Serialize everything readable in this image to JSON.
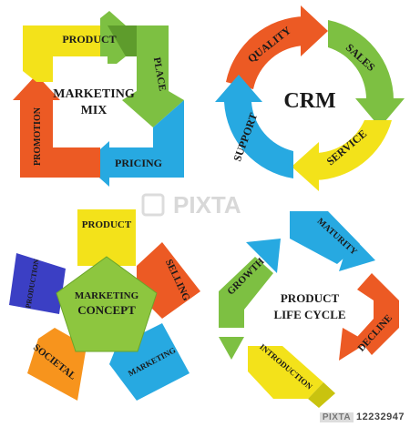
{
  "marketing_mix": {
    "center_line1": "MARKETING",
    "center_line2": "MIX",
    "product": "PRODUCT",
    "place": "PLACE",
    "pricing": "PRICING",
    "promotion": "PROMOTION"
  },
  "crm": {
    "center": "CRM",
    "quality": "QUALITY",
    "sales": "SALES",
    "service": "SERVICE",
    "support": "SUPPORT"
  },
  "marketing_concept": {
    "center_line1": "MARKETING",
    "center_line2": "CONCEPT",
    "product": "PRODUCT",
    "selling": "SELLING",
    "marketing": "MARKETING",
    "societal": "SOCIETAL",
    "production": "PRODUCTION"
  },
  "product_life_cycle": {
    "center_line1": "PRODUCT",
    "center_line2": "LIFE CYCLE",
    "growth": "GROWTH",
    "maturity": "MATURITY",
    "decline": "DECLINE",
    "introduction": "INTRODUCTION"
  },
  "watermark": {
    "text": "PIXTA"
  },
  "footer": {
    "logo_text": "PIXTA",
    "id_number": "12232947"
  },
  "colors": {
    "yellow": "#f3e21a",
    "green": "#7dc042",
    "blue": "#27a9e1",
    "red": "#ec5a24",
    "orange": "#f7941d",
    "purple": "#3b3fc4",
    "pentagon": "#8dc63f"
  }
}
